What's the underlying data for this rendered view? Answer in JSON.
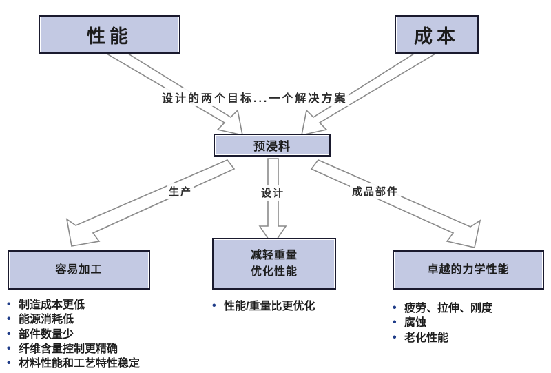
{
  "diagram": {
    "headline": "设计的两个目标...一个解决方案",
    "top_nodes": [
      {
        "id": "performance",
        "label": "性能"
      },
      {
        "id": "cost",
        "label": "成本"
      }
    ],
    "center_node": {
      "id": "prepreg",
      "label": "预浸料"
    },
    "branch_labels": [
      {
        "id": "production",
        "label": "生产"
      },
      {
        "id": "design",
        "label": "设计"
      },
      {
        "id": "finished-parts",
        "label": "成品部件"
      }
    ],
    "outcome_nodes": [
      {
        "id": "easy-processing",
        "line1": "容易加工",
        "line2": ""
      },
      {
        "id": "weight-performance",
        "line1": "减轻重量",
        "line2": "优化性能"
      },
      {
        "id": "mechanical",
        "line1": "卓越的力学性能",
        "line2": ""
      }
    ],
    "bullet_groups": [
      {
        "id": "easy-processing-bullets",
        "items": [
          "制造成本更低",
          "能源消耗低",
          "部件数量少",
          "纤维含量控制更精确",
          "材料性能和工艺特性稳定"
        ]
      },
      {
        "id": "weight-performance-bullets",
        "items": [
          "性能/重量比更优化"
        ]
      },
      {
        "id": "mechanical-bullets",
        "items": [
          "疲劳、拉伸、刚度",
          "腐蚀",
          "老化性能"
        ]
      }
    ],
    "colors": {
      "node_fill": "#c3c9e3",
      "node_border": "#1a1a2e",
      "bullet_marker": "#1f3c88",
      "arrow_stroke": "#8a8a8a",
      "arrow_fill": "#ffffff",
      "text": "#1c1c1c",
      "background": "#ffffff"
    }
  }
}
